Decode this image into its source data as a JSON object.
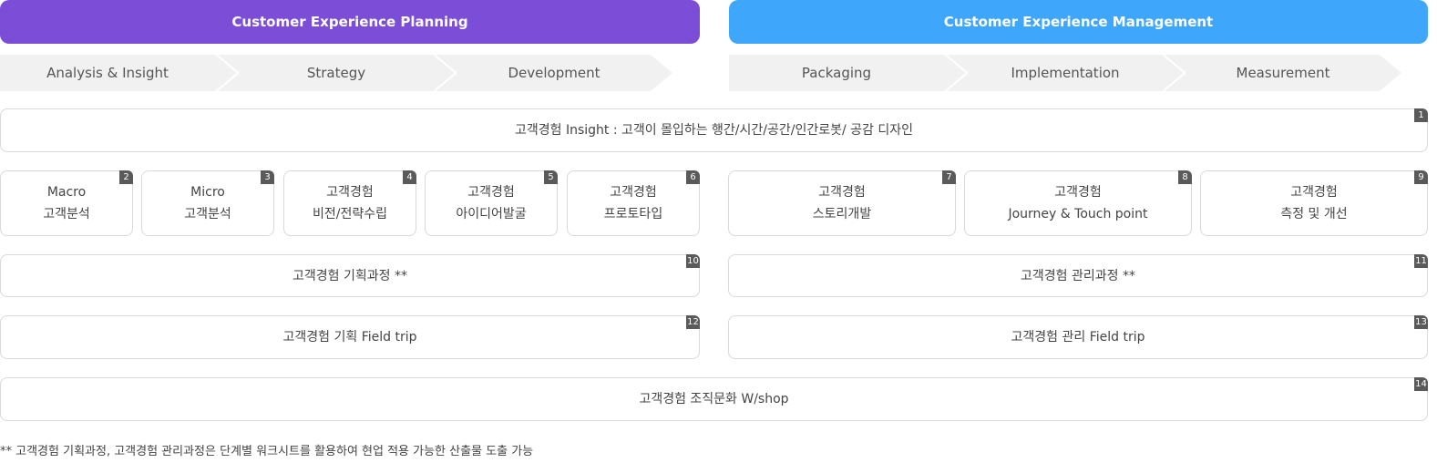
{
  "headers": {
    "planning": "Customer Experience Planning",
    "management": "Customer Experience Management"
  },
  "steps": [
    "Analysis & Insight",
    "Strategy",
    "Development",
    "Packaging",
    "Implementation",
    "Measurement"
  ],
  "boxes": {
    "b1": {
      "num": "1",
      "lines": [
        "고객경험 Insight : 고객이 몰입하는 행간/시간/공간/인간로봇/ 공감 디자인"
      ]
    },
    "b2": {
      "num": "2",
      "lines": [
        "Macro",
        "고객분석"
      ]
    },
    "b3": {
      "num": "3",
      "lines": [
        "Micro",
        "고객분석"
      ]
    },
    "b4": {
      "num": "4",
      "lines": [
        "고객경험",
        "비전/전략수립"
      ]
    },
    "b5": {
      "num": "5",
      "lines": [
        "고객경험",
        "아이디어발굴"
      ]
    },
    "b6": {
      "num": "6",
      "lines": [
        "고객경험",
        "프로토타입"
      ]
    },
    "b7": {
      "num": "7",
      "lines": [
        "고객경험",
        "스토리개발"
      ]
    },
    "b8": {
      "num": "8",
      "lines": [
        "고객경험",
        "Journey & Touch point"
      ]
    },
    "b9": {
      "num": "9",
      "lines": [
        "고객경험",
        "측정 및 개선"
      ]
    },
    "b10": {
      "num": "10",
      "lines": [
        "고객경험 기획과정 **"
      ]
    },
    "b11": {
      "num": "11",
      "lines": [
        "고객경험 관리과정 **"
      ]
    },
    "b12": {
      "num": "12",
      "lines": [
        "고객경험 기획 Field trip"
      ]
    },
    "b13": {
      "num": "13",
      "lines": [
        "고객경험 관리 Field trip"
      ]
    },
    "b14": {
      "num": "14",
      "lines": [
        "고객경험 조직문화 W/shop"
      ]
    }
  },
  "footnote": "** 고객경험 기획과정, 고객경험 관리과정은 단계별 워크시트를 활용하여 현업 적용 가능한 산출물 도출 가능",
  "colors": {
    "planning": "#7c4dd7",
    "management": "#3ea6fb",
    "step_bg": "#f1f1f1",
    "badge": "#5a5a5a"
  }
}
